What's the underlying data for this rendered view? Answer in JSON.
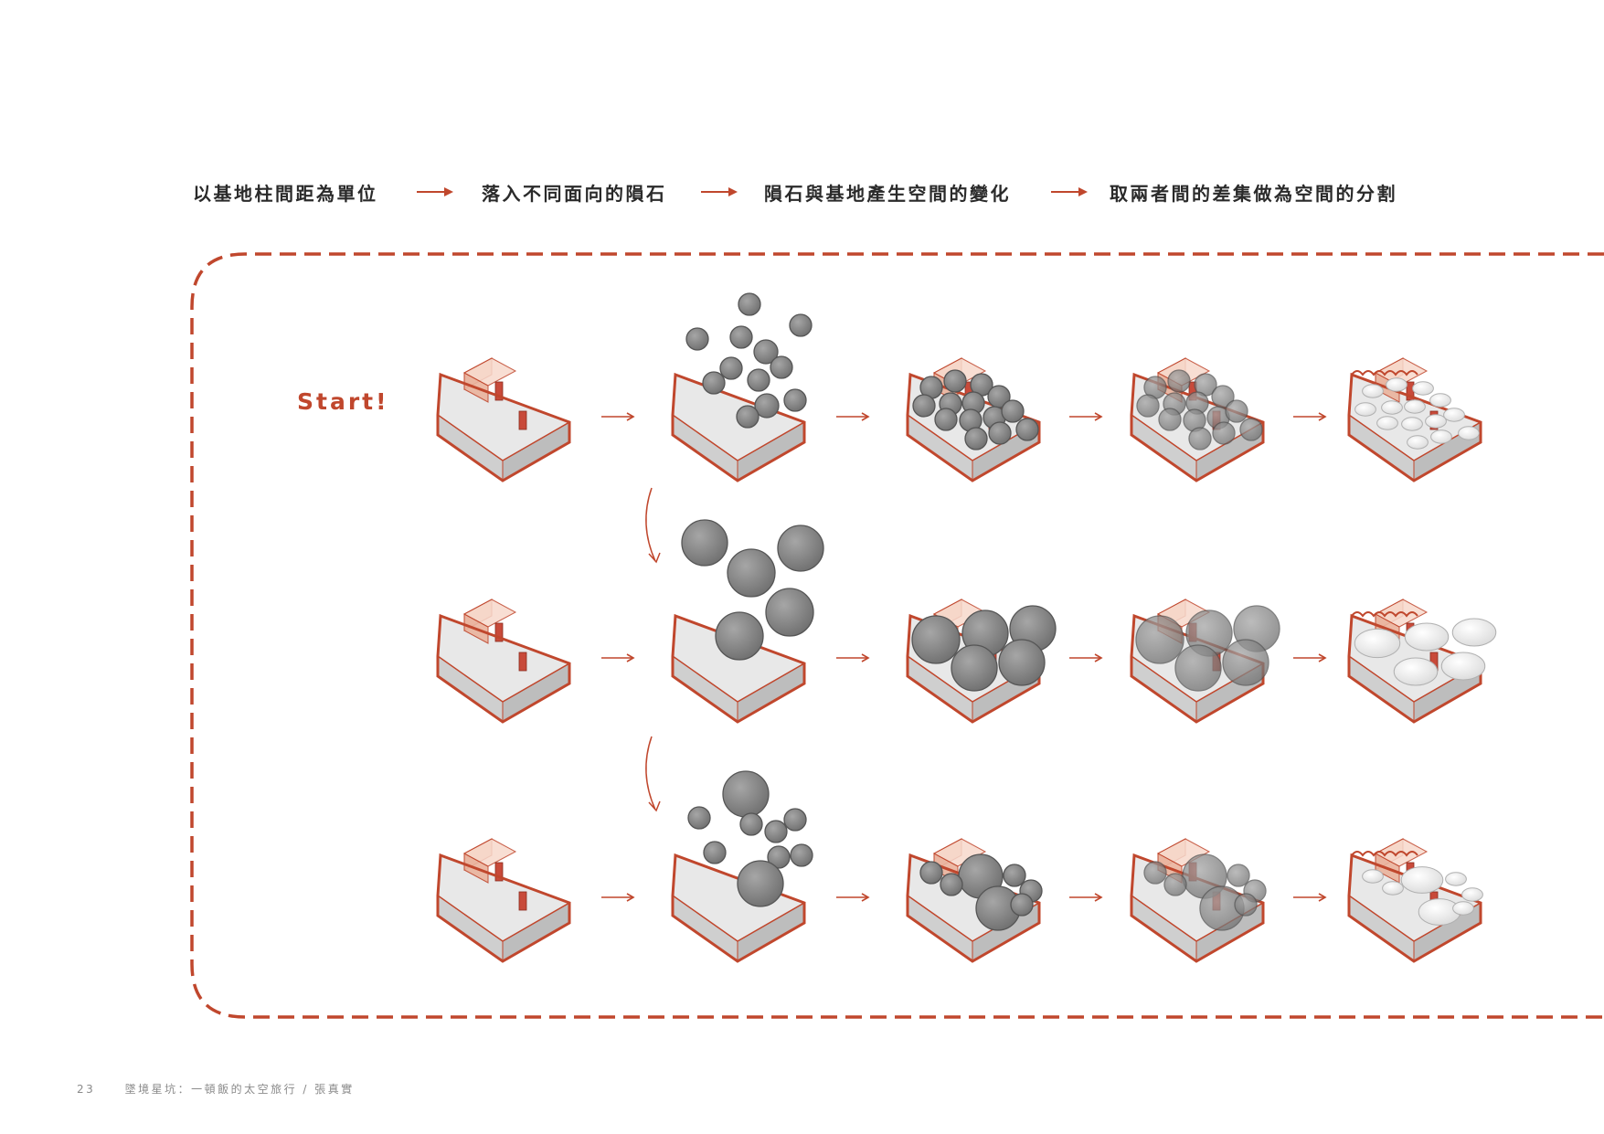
{
  "steps": [
    "以基地柱間距為單位",
    "落入不同面向的隕石",
    "隕石與基地產生空間的變化",
    "取兩者間的差集做為空間的分割"
  ],
  "start_label": "Start!",
  "footer": {
    "page_number": "23",
    "text": "墜境星坑：一頓飯的太空旅行 / 張真實"
  },
  "colors": {
    "accent": "#c0472d",
    "text": "#2a2a2a",
    "sphere": "#8c8c8c",
    "box_fill": "#e8e8e8",
    "pink": "#f2c7b5"
  },
  "diagram": {
    "rows": [
      {
        "sphere_size": "small",
        "stages": [
          "site",
          "spheres-falling",
          "spheres-in-site",
          "spheres-subtracted",
          "result"
        ]
      },
      {
        "sphere_size": "large",
        "stages": [
          "site",
          "spheres-falling",
          "spheres-in-site",
          "spheres-subtracted",
          "result"
        ]
      },
      {
        "sphere_size": "mixed",
        "stages": [
          "site",
          "spheres-falling",
          "spheres-in-site",
          "spheres-subtracted",
          "result"
        ]
      }
    ]
  }
}
